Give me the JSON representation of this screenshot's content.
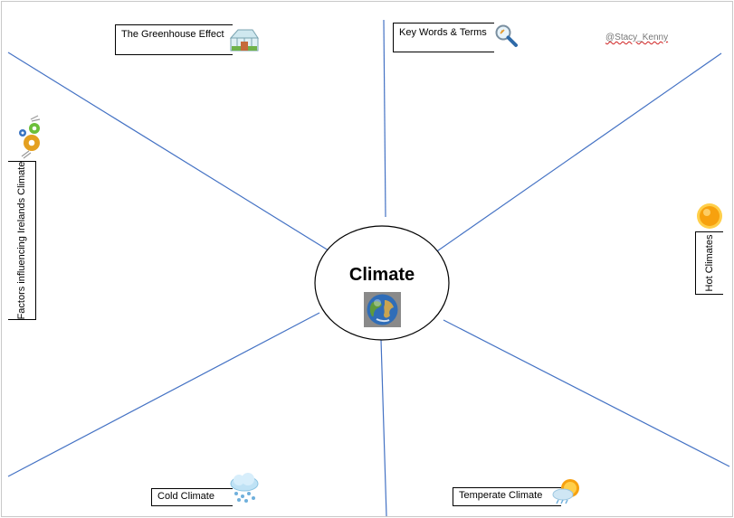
{
  "center": {
    "title": "Climate",
    "icon": "globe-icon"
  },
  "branches": {
    "greenhouse": {
      "label": "The Greenhouse Effect",
      "icon": "greenhouse-icon"
    },
    "keywords": {
      "label": "Key Words & Terms",
      "icon": "magnifier-icon"
    },
    "factors": {
      "label": "Factors influencing Irelands Climate",
      "icon": "gears-icon"
    },
    "hot": {
      "label": "Hot Climates",
      "icon": "sun-icon"
    },
    "cold": {
      "label": "Cold Climate",
      "icon": "snow-cloud-icon"
    },
    "temperate": {
      "label": "Temperate Climate",
      "icon": "sun-cloud-icon"
    }
  },
  "credit": "@Stacy_Kenny",
  "colors": {
    "line": "#4472c4",
    "outline": "#000000",
    "background": "#ffffff"
  }
}
